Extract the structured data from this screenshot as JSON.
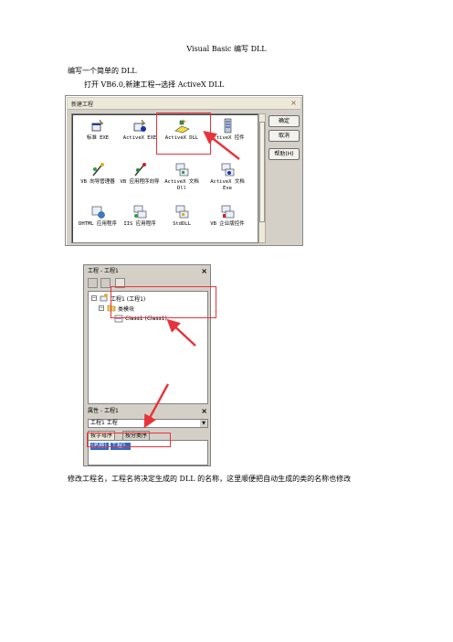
{
  "document": {
    "title": "Visual Basic 编写 DLL",
    "heading": "编写一个简单的 DLL",
    "step_open": "打开 VB6.0,新建工程→选择 ActiveX DLL",
    "step_rename": "修改工程名，工程名将决定生成的 DLL 的名称，这里顺便把自动生成的类的名称也修改"
  },
  "new_project_dialog": {
    "title": "新建工程",
    "close_glyph": "×",
    "buttons": [
      "确定",
      "取消",
      "帮助(H)"
    ],
    "templates": [
      {
        "label": "标准 EXE",
        "icon": "standard-exe-icon"
      },
      {
        "label": "ActiveX EXE",
        "icon": "activex-exe-icon"
      },
      {
        "label": "ActiveX DLL",
        "icon": "activex-dll-icon"
      },
      {
        "label": "ActiveX 控件",
        "icon": "activex-control-icon"
      },
      {
        "label": "VB 向导管理器",
        "icon": "wizard-manager-icon"
      },
      {
        "label": "VB 应用程序向导",
        "icon": "app-wizard-icon"
      },
      {
        "label": "ActiveX 文档 Dll",
        "icon": "activex-doc-dll-icon"
      },
      {
        "label": "ActiveX 文档 Exe",
        "icon": "activex-doc-exe-icon"
      },
      {
        "label": "DHTML 应用程序",
        "icon": "dhtml-app-icon"
      },
      {
        "label": "IIS 应用程序",
        "icon": "iis-app-icon"
      },
      {
        "label": "StdDLL",
        "icon": "stddll-icon"
      },
      {
        "label": "VB 企业版控件",
        "icon": "enterprise-controls-icon"
      }
    ]
  },
  "project_explorer": {
    "title": "工程 - 工程1",
    "close_glyph": "×",
    "tree": {
      "project": "工程1 (工程1)",
      "folder": "类模块",
      "class": "Class1 (Class1)"
    }
  },
  "properties": {
    "title": "属性 - 工程1",
    "close_glyph": "×",
    "object": "工程1 工程",
    "tabs": [
      "按字母序",
      "按分类序"
    ],
    "row": {
      "key": "(名称)",
      "value": "工程1"
    }
  },
  "colors": {
    "highlight": "#e8333a",
    "selection": "#316ac5"
  }
}
